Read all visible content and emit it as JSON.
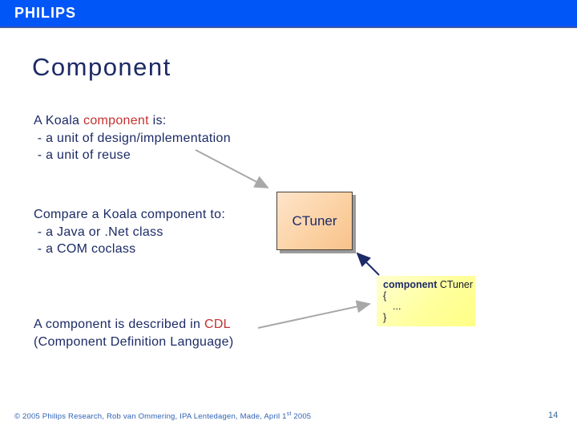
{
  "banner": {
    "logo": "PHILIPS"
  },
  "title": "Component",
  "body": {
    "koala_def": {
      "pre": "A Koala ",
      "highlight": "component",
      "post": " is:",
      "bullet1": " - a unit of design/implementation",
      "bullet2": " - a unit of reuse"
    },
    "compare": {
      "line1": "Compare a Koala component to:",
      "bullet1": " - a Java or .Net class",
      "bullet2": " - a COM coclass"
    },
    "cdl": {
      "pre": "A component is described in ",
      "highlight": "CDL",
      "line2": "(Component Definition Language)"
    }
  },
  "diagram": {
    "box_label": "CTuner",
    "code": {
      "keyword": "component",
      "name": " CTuner",
      "open": "{",
      "body": "...",
      "close": "}"
    }
  },
  "footer": {
    "copyright_main": "© 2005 Philips Research,  Rob van Ommering, IPA Lentedagen, Made, April 1",
    "copyright_super": "st",
    "copyright_tail": " 2005",
    "page_number": "14"
  },
  "colors": {
    "banner_blue": "#0056f7",
    "navy_text": "#1c2a66",
    "red_accent": "#c53030",
    "box_fill": "#fbcf9e",
    "note_fill": "#ffff9e",
    "footer_blue": "#2f62b5",
    "arrow_gray": "#a8a8a8"
  }
}
